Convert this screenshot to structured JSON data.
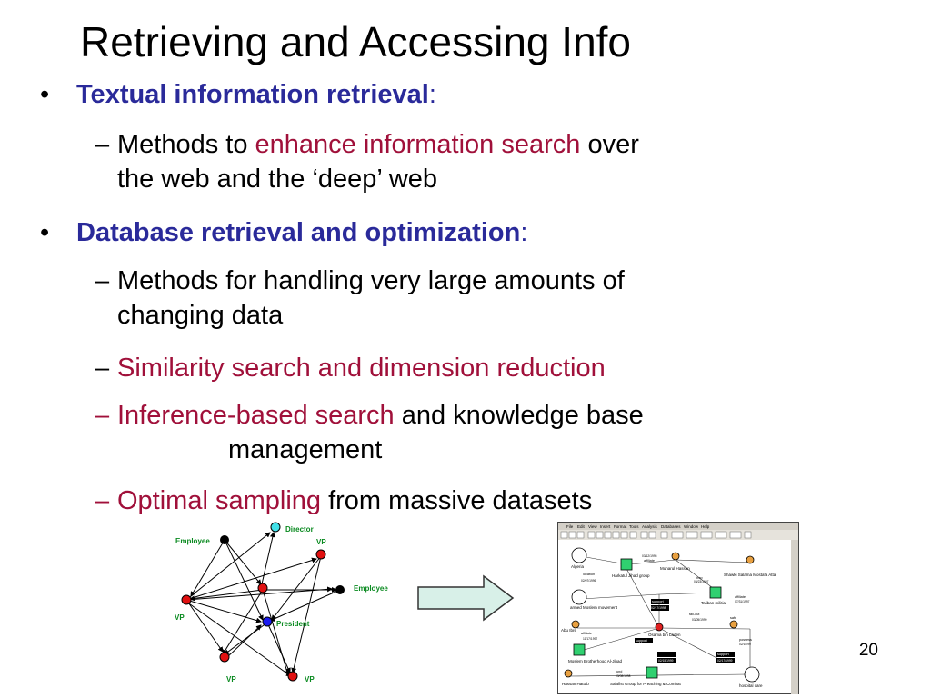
{
  "slide": {
    "title": "Retrieving and Accessing Info",
    "page_number": "20"
  },
  "bullets": [
    {
      "heading": "Textual information retrieval",
      "colon": ":",
      "subs": [
        {
          "pre": "Methods to ",
          "highlight": "enhance information search",
          "post": " over",
          "line2": "the web and the ‘deep’ web"
        }
      ]
    },
    {
      "heading": "Database retrieval and optimization",
      "colon": ":",
      "subs": [
        {
          "pre": "Methods for handling very large amounts of",
          "line2": "changing data"
        },
        {
          "highlight": "Similarity search and dimension reduction"
        },
        {
          "highlight": "Inference-based search",
          "post": " and knowledge base",
          "line2": "management"
        },
        {
          "highlight": "Optimal sampling",
          "post": " from massive datasets"
        }
      ]
    }
  ],
  "graph_left": {
    "labels": {
      "director": "Director",
      "employee_top": "Employee",
      "employee_right": "Employee",
      "vp_top": "VP",
      "vp_left": "VP",
      "president": "President",
      "vp_bottom_left": "VP",
      "vp_bottom_right": "VP"
    },
    "colors": {
      "red": "#e01010",
      "black": "#000000",
      "blue": "#1a1af0",
      "cyan": "#40e0e8",
      "label": "#0a8a20"
    }
  },
  "arrow": {
    "fill": "#d8f0e8",
    "stroke": "#333333"
  },
  "screenshot": {
    "menu": [
      "File",
      "Edit",
      "View",
      "Insert",
      "Format",
      "Tools",
      "Analysis",
      "Databases",
      "Window",
      "Help"
    ],
    "nodes": {
      "algeria": "Algeria",
      "harkatul": "Harkatul Jihad group",
      "munarul": "Munarul Hassan",
      "shawki": "Shawki Salama Mostafa Atta",
      "armed": "armed Moslem movement",
      "taliban": "Taliban militia",
      "abu_ibre": "Abu Ibre",
      "osama": "Osama bin Laden",
      "moslem_bro": "Moslem Brotherhood Al-Jihad",
      "hassan": "Hassan Hattab",
      "salafist": "Salafist Group for Preaching & Combat",
      "hospital": "hospital care"
    },
    "edge_labels": {
      "affiliate1": "affiliate",
      "location": "location",
      "prep": "prep",
      "affiliate2": "affiliate",
      "support1": "support",
      "fall_out": "fall-out",
      "safe": "safe",
      "affiliate3": "affiliate",
      "support2": "support",
      "support3": "support",
      "possess": "possess",
      "fund": "fund"
    },
    "dates": {
      "d1": "03/12/1995",
      "d2": "02/07/1996",
      "d3": "02/17/1998",
      "d4": "03/23/1997",
      "d5": "03/05/1999",
      "d6": "11/17/1997",
      "d7": "07/31/1997",
      "d8": "02/15/1999",
      "d9": "03/08/1998",
      "d10": "02/17/1999",
      "d11": "02/15/99"
    }
  }
}
